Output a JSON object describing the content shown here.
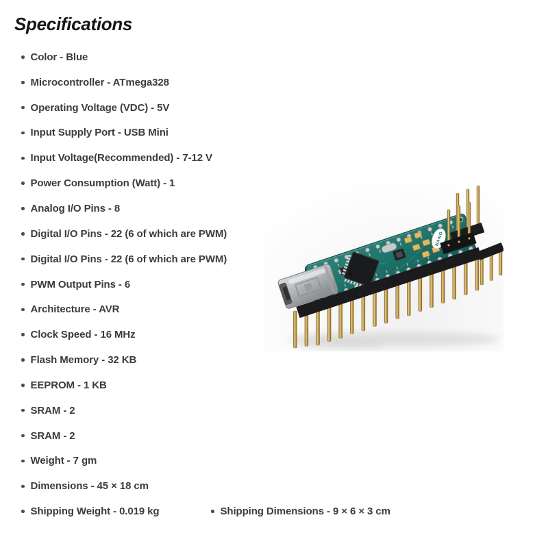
{
  "page": {
    "heading": "Specifications",
    "background": "#ffffff",
    "text_color": "#3c3c3c"
  },
  "specs": {
    "items": [
      "Color - Blue",
      "Microcontroller - ATmega328",
      "Operating Voltage (VDC) - 5V",
      "Input Supply Port - USB Mini",
      "Input Voltage(Recommended) - 7-12 V",
      "Power Consumption (Watt) - 1",
      "Analog I/O Pins - 8",
      "Digital I/O Pins - 22 (6 of which are PWM)",
      "Digital I/O Pins - 22 (6 of which are PWM)",
      "PWM Output Pins - 6",
      "Architecture - AVR",
      "Clock Speed - 16 MHz",
      "Flash Memory - 32 KB",
      "EEPROM - 1 KB",
      "SRAM - 2",
      "SRAM - 2",
      "Weight - 7 gm",
      "Dimensions - 45 × 18 cm"
    ]
  },
  "bottom_row": {
    "left": "Shipping Weight - 0.019 kg",
    "right": "Shipping Dimensions - 9 × 6 × 3 cm"
  },
  "product_image": {
    "name": "arduino-nano-board-photo",
    "label": "NANO",
    "board_color": "#1f746b",
    "pin_color": "#c7a14c"
  }
}
